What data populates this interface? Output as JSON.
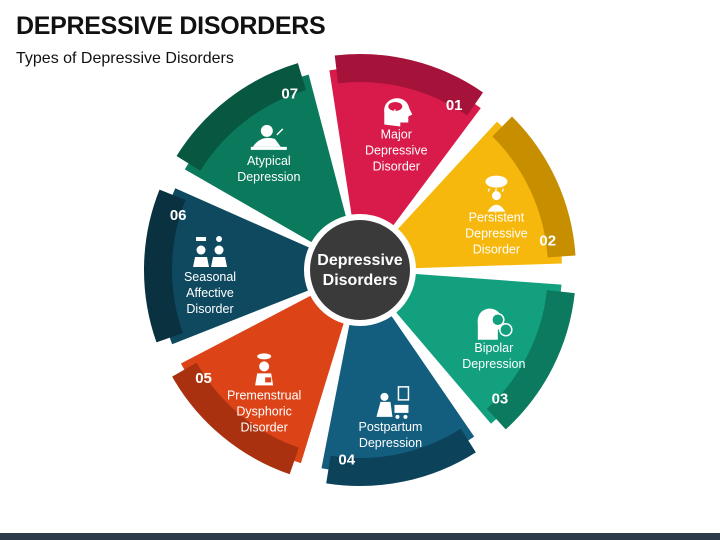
{
  "header": {
    "title": "DEPRESSIVE DISORDERS",
    "subtitle": "Types of Depressive Disorders"
  },
  "center": {
    "lines": [
      "Depressive",
      "Disorders"
    ],
    "color": "#3a3a3a"
  },
  "segments": [
    {
      "number": "01",
      "lines": [
        "Major",
        "Depressive",
        "Disorder"
      ],
      "color": "#d81b4a",
      "dark": "#a5123a",
      "icon": "brain-cloud-icon"
    },
    {
      "number": "02",
      "lines": [
        "Persistent",
        "Depressive",
        "Disorder"
      ],
      "color": "#f6b80d",
      "dark": "#c78f00",
      "icon": "person-under-cloud-icon"
    },
    {
      "number": "03",
      "lines": [
        "Bipolar",
        "Depression"
      ],
      "color": "#12a07e",
      "dark": "#0b7a5e",
      "icon": "two-faces-mood-icon"
    },
    {
      "number": "04",
      "lines": [
        "Postpartum",
        "Depression"
      ],
      "color": "#135e7e",
      "dark": "#0c435b",
      "icon": "mother-with-baby-icon"
    },
    {
      "number": "05",
      "lines": [
        "Premenstrual",
        "Dysphoric",
        "Disorder"
      ],
      "color": "#dc4418",
      "dark": "#a9310f",
      "icon": "woman-cramps-icon"
    },
    {
      "number": "06",
      "lines": [
        "Seasonal",
        "Affective",
        "Disorder"
      ],
      "color": "#0f4960",
      "dark": "#09313f",
      "icon": "people-weather-icon"
    },
    {
      "number": "07",
      "lines": [
        "Atypical",
        "Depression"
      ],
      "color": "#0b7a5c",
      "dark": "#075741",
      "icon": "head-down-desk-icon"
    }
  ]
}
